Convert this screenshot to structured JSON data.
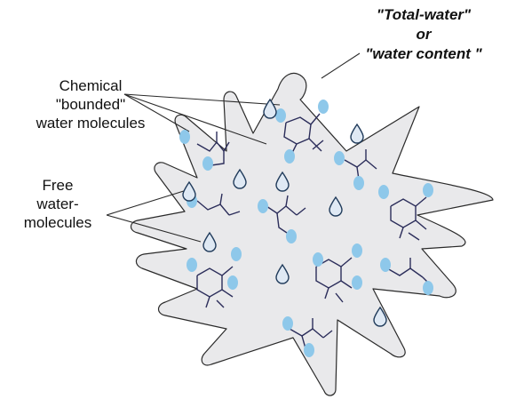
{
  "labels": {
    "total_water_line1": "\"Total-water\"",
    "total_water_line2": "or",
    "total_water_line3": "\"water content \"",
    "chemical_line1": "Chemical",
    "chemical_line2": "\"bounded\"",
    "chemical_line3": "water molecules",
    "free_line1": "Free",
    "free_line2": "water-",
    "free_line3": "molecules"
  },
  "colors": {
    "blob_fill": "#e9e9eb",
    "outline": "#2a2a2a",
    "molecule_stroke": "#2b2d5a",
    "bound_water_blue": "#8ec8ea",
    "droplet_fill": "#dfe9f4",
    "droplet_stroke": "#1f3a5a"
  }
}
